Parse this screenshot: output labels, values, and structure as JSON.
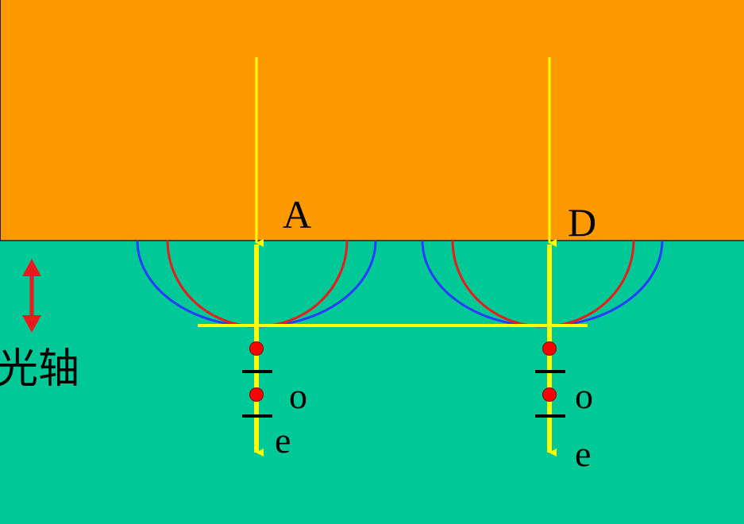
{
  "labels": {
    "point_a": "A",
    "point_d": "D",
    "optic_axis": "光轴",
    "o_ray_left": "o",
    "e_ray_left": "e",
    "o_ray_right": "o",
    "e_ray_right": "e"
  },
  "colors": {
    "upper_medium": "#ff9900",
    "crystal": "#00c896",
    "ray": "#ffff00",
    "o_wavefront": "#e81c1c",
    "e_wavefront": "#2a3cff",
    "axis_arrow": "#e81c1c",
    "o_dot": "#ff0000",
    "e_dash": "#000000"
  }
}
